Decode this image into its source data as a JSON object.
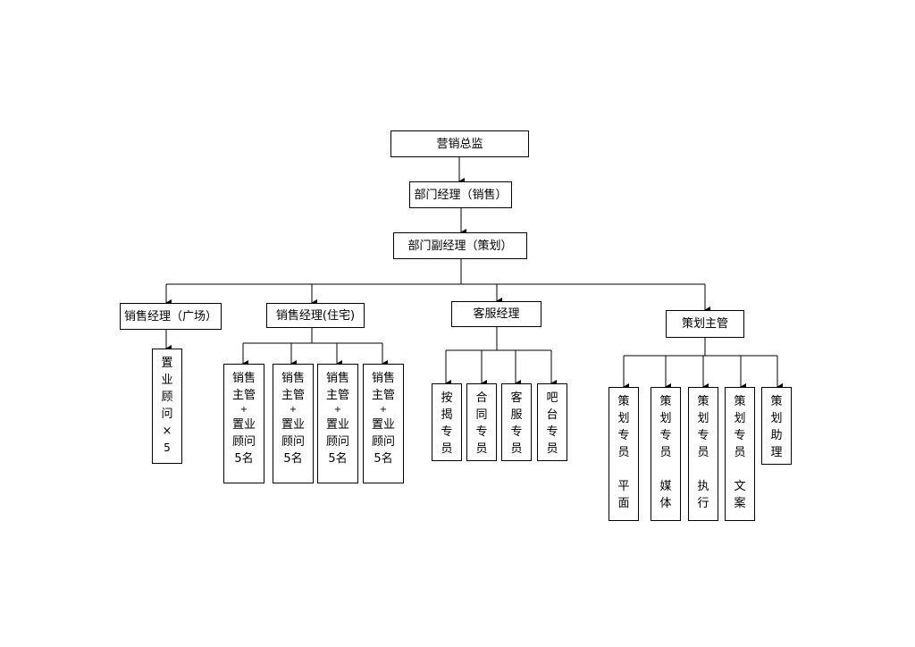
{
  "top": {
    "director": "营销总监"
  },
  "level2": {
    "dept_manager": "部门经理（销售）"
  },
  "level3": {
    "deputy_manager": "部门副经理（策划）"
  },
  "branches": {
    "plaza": {
      "manager": "销售经理（广场）",
      "consultant": [
        "置",
        "业",
        "顾",
        "问",
        "×",
        "5"
      ]
    },
    "residential": {
      "manager": "销售经理(住宅)",
      "teams": [
        {
          "l1": "销售",
          "l2": "主管",
          "plus": "+",
          "l3": "置业",
          "l4": "顾问",
          "l5": "5名"
        },
        {
          "l1": "销售",
          "l2": "主管",
          "plus": "+",
          "l3": "置业",
          "l4": "顾问",
          "l5": "5名"
        },
        {
          "l1": "销售",
          "l2": "主管",
          "plus": "+",
          "l3": "置业",
          "l4": "顾问",
          "l5": "5名"
        },
        {
          "l1": "销售",
          "l2": "主管",
          "plus": "+",
          "l3": "置业",
          "l4": "顾问",
          "l5": "5名"
        }
      ]
    },
    "service": {
      "manager": "客服经理",
      "staff": [
        [
          "按",
          "揭",
          "专",
          "员"
        ],
        [
          "合",
          "同",
          "专",
          "员"
        ],
        [
          "客",
          "服",
          "专",
          "员"
        ],
        [
          "吧",
          "台",
          "专",
          "员"
        ]
      ]
    },
    "planning": {
      "manager": "策划主管",
      "staff": [
        {
          "main": [
            "策",
            "划",
            "专",
            "员"
          ],
          "sub": [
            "平",
            "面"
          ]
        },
        {
          "main": [
            "策",
            "划",
            "专",
            "员"
          ],
          "sub": [
            "媒",
            "体"
          ]
        },
        {
          "main": [
            "策",
            "划",
            "专",
            "员"
          ],
          "sub": [
            "执",
            "行"
          ]
        },
        {
          "main": [
            "策",
            "划",
            "专",
            "员"
          ],
          "sub": [
            "文",
            "案"
          ]
        },
        {
          "main": [
            "策",
            "划",
            "助",
            "理"
          ],
          "sub": []
        }
      ]
    }
  }
}
